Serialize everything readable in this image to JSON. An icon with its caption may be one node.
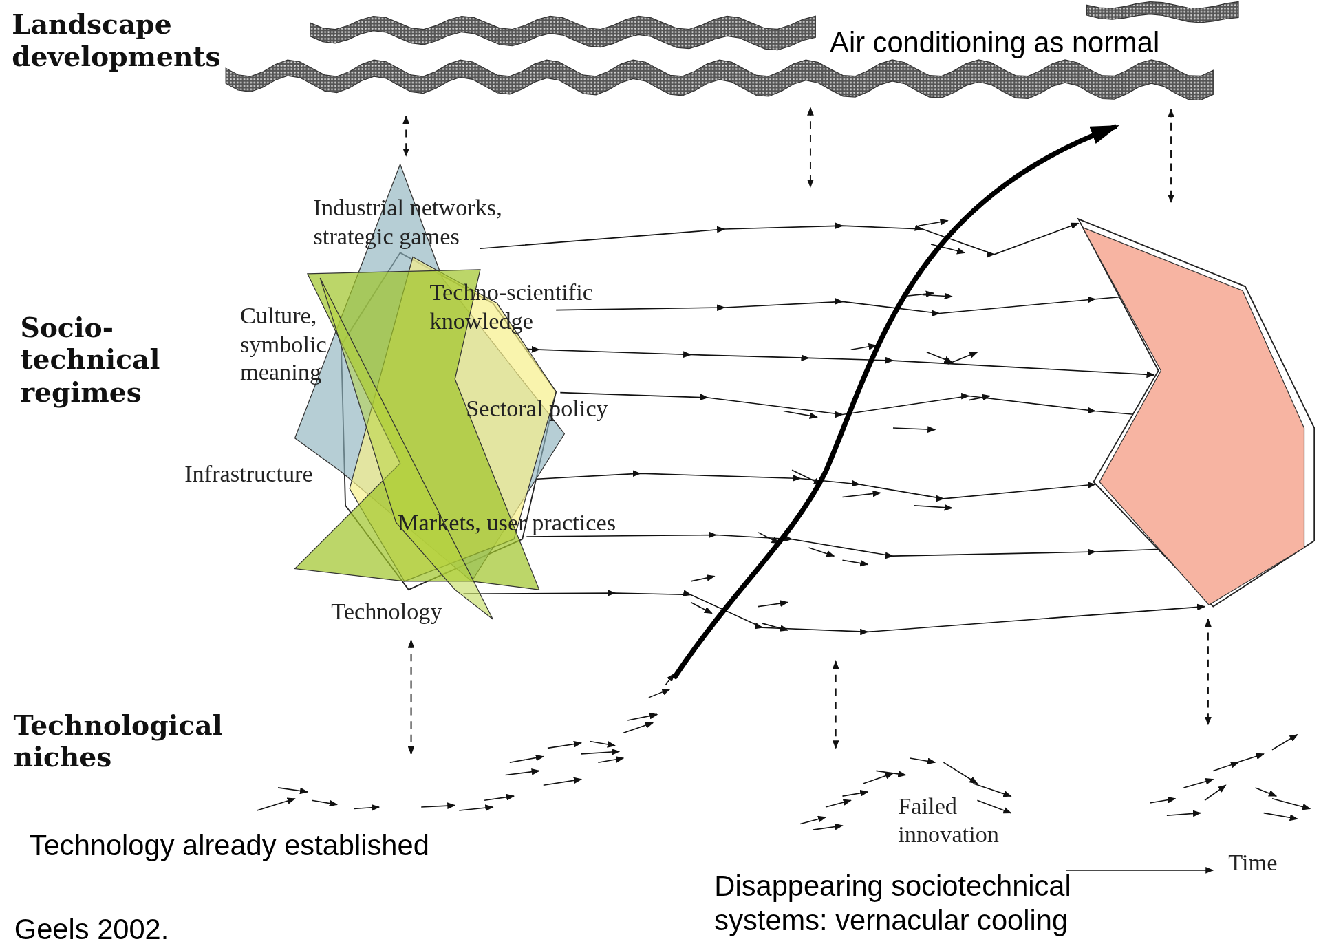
{
  "diagram": {
    "caption": "Geels 2002.",
    "labels": [
      "Landscape developments",
      "Socio-technical regimes",
      "Technological niches",
      "Industrial networks, strategic games",
      "Techno-scientific knowledge",
      "Culture, symbolic meaning",
      "Sectoral policy",
      "Infrastructure",
      "Markets, user practices",
      "Technology",
      "Failed innovation",
      "Time",
      "Air conditioning as normal",
      "Technology already established",
      "Disappearing sociotechnical systems: vernacular cooling"
    ]
  }
}
